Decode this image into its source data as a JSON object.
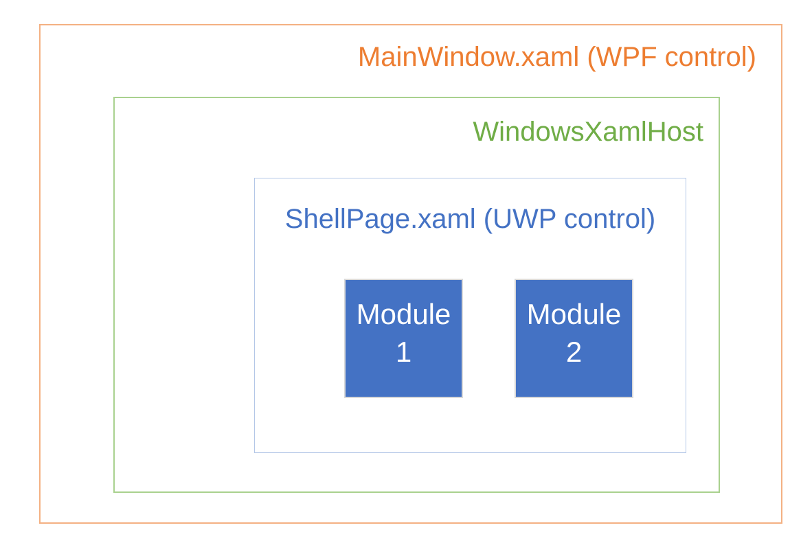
{
  "diagram": {
    "main_window": {
      "label": "MainWindow.xaml (WPF control)",
      "text_color": "#ED7D31",
      "border_color": "#F4B183"
    },
    "xaml_host": {
      "label": "WindowsXamlHost",
      "text_color": "#70AD47",
      "border_color": "#A9D18E"
    },
    "shell_page": {
      "label": "ShellPage.xaml (UWP control)",
      "text_color": "#4472C4",
      "border_color": "#B4C7E7"
    },
    "modules": [
      {
        "label": "Module",
        "number": "1",
        "fill_color": "#4472C4",
        "text_color": "#FFFFFF",
        "border_color": "#D9D9D9"
      },
      {
        "label": "Module",
        "number": "2",
        "fill_color": "#4472C4",
        "text_color": "#FFFFFF",
        "border_color": "#D9D9D9"
      }
    ]
  }
}
